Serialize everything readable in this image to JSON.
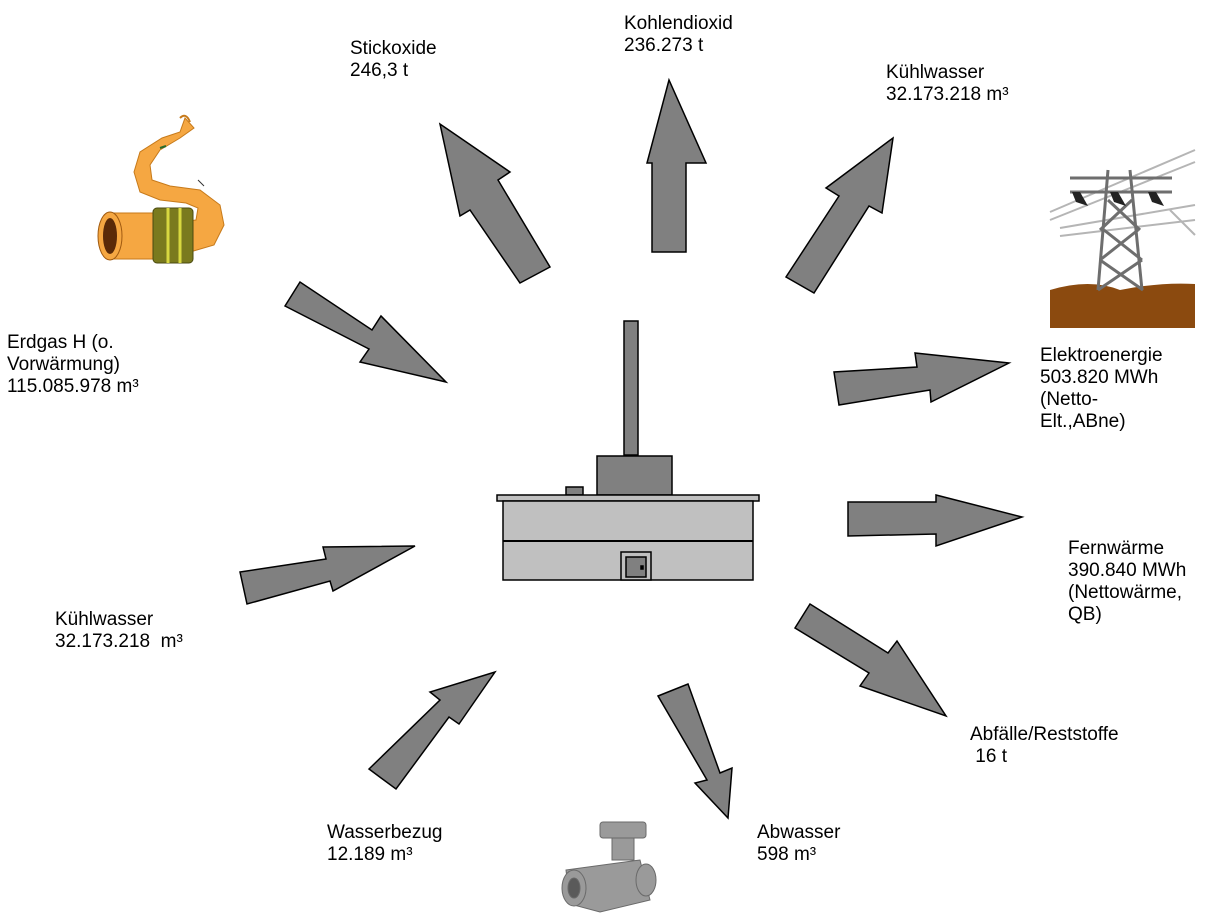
{
  "flows": {
    "stickoxide": {
      "name": "Stickoxide",
      "value": "246,3 t"
    },
    "kohlendioxid": {
      "name": "Kohlendioxid",
      "value": "236.273 t"
    },
    "kuehlwasser_out": {
      "name": "Kühlwasser",
      "value": "32.173.218 m³"
    },
    "erdgas": {
      "line1": "Erdgas H (o.",
      "line2": "Vorwärmung)",
      "value": "115.085.978 m³"
    },
    "elektroenergie": {
      "name": "Elektroenergie",
      "value": "503.820 MWh",
      "line3": "(Netto-",
      "line4": "Elt.,ABne)"
    },
    "fernwaerme": {
      "name": "Fernwärme",
      "value": "390.840 MWh",
      "line3": "(Nettowärme,",
      "line4": "QB)"
    },
    "kuehlwasser_in": {
      "name": "Kühlwasser",
      "value": "32.173.218  m³"
    },
    "abfaelle": {
      "name": "Abfälle/Reststoffe",
      "value": " 16 t"
    },
    "wasserbezug": {
      "name": "Wasserbezug",
      "value": "12.189 m³"
    },
    "abwasser": {
      "name": "Abwasser",
      "value": "598 m³"
    }
  },
  "colors": {
    "arrow_fill": "#808080",
    "building_fill": "#c0c0c0",
    "gas_pipe": "#f5a742",
    "gas_band": "#7a7a1e",
    "soil": "#8b4a0f",
    "pylon": "#6e6e6e",
    "valve": "#9a9a9a"
  },
  "icons": [
    "gas-pipe-icon",
    "power-pylon-icon",
    "water-valve-icon",
    "power-plant-building"
  ]
}
